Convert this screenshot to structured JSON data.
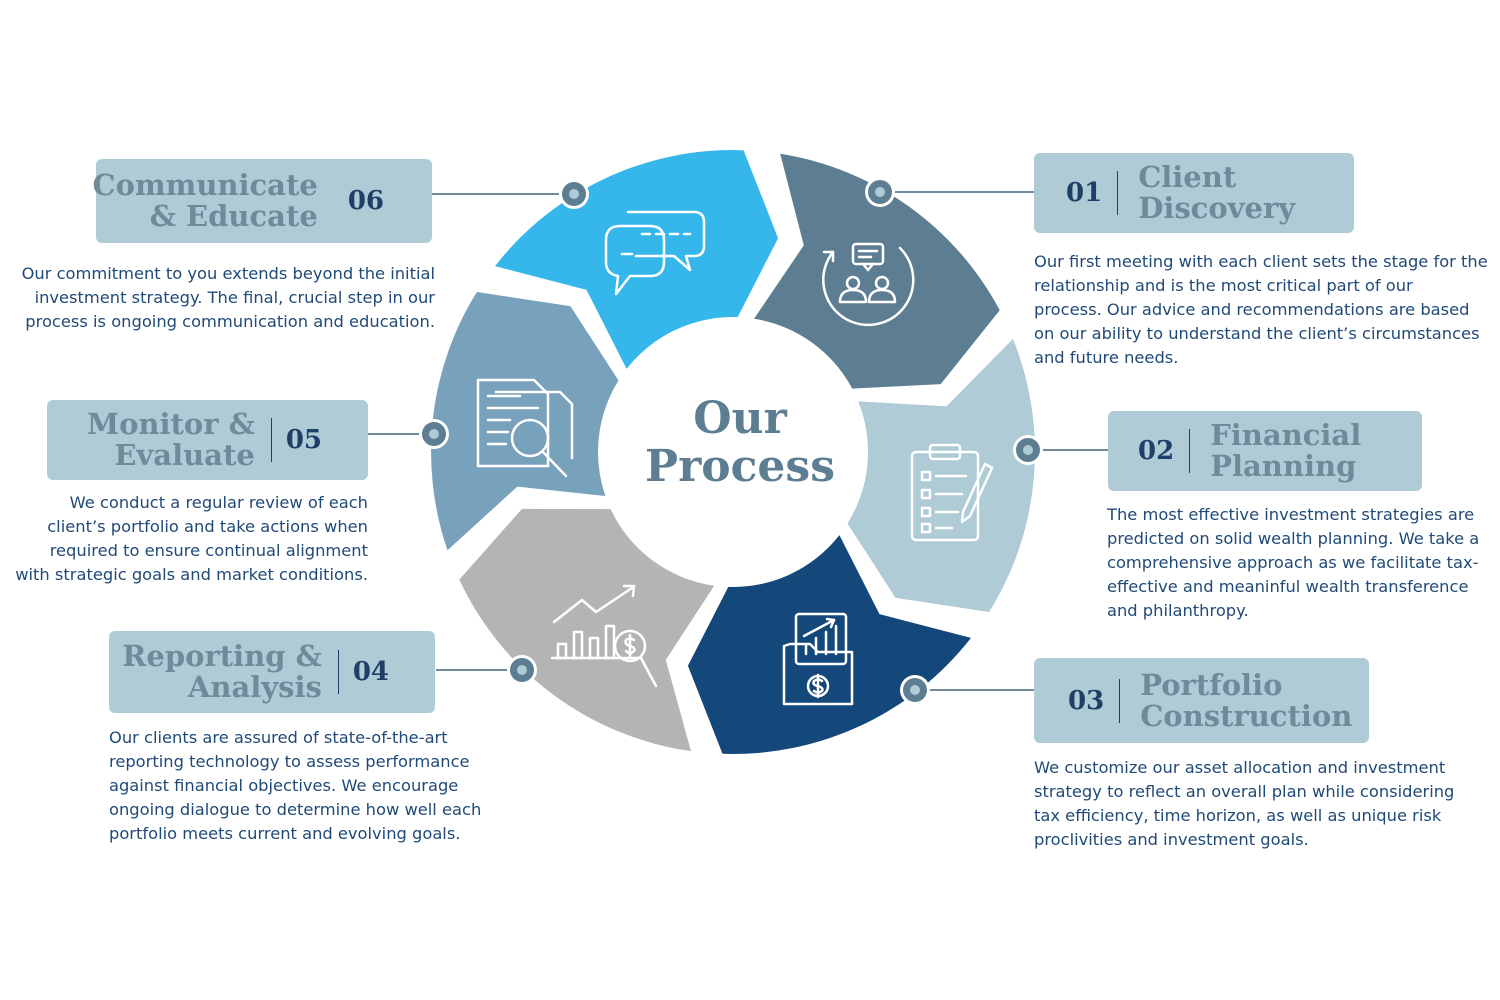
{
  "center": {
    "line1": "Our",
    "line2": "Process"
  },
  "colors": {
    "step01": "#5d7d92",
    "step02": "#aecbd6",
    "step03": "#14477a",
    "step04": "#b4b4b4",
    "step05": "#78a1bb",
    "step06": "#35b7eb",
    "label_bg": "#aecbd6",
    "heading": "#6e8a9b",
    "number": "#1e3f66",
    "body_text": "#204a78"
  },
  "steps": [
    {
      "number": "01",
      "title_lines": [
        "Client",
        "Discovery"
      ],
      "icon": "people-chat-cycle-icon",
      "description_lines": [
        "Our first meeting with each client sets the stage for the",
        "relationship and is the most critical part of our",
        "process. Our advice and recommendations are based",
        "on our ability to understand the client’s circumstances",
        "and future needs."
      ]
    },
    {
      "number": "02",
      "title_lines": [
        "Financial",
        "Planning"
      ],
      "icon": "clipboard-checklist-icon",
      "description_lines": [
        "The most effective investment strategies are",
        "predicted on solid wealth planning. We take a",
        "comprehensive approach as we facilitate tax-",
        "effective and meaninful wealth transference",
        "and philanthropy."
      ]
    },
    {
      "number": "03",
      "title_lines": [
        "Portfolio",
        "Construction"
      ],
      "icon": "folder-chart-dollar-icon",
      "description_lines": [
        "We customize our asset allocation and investment",
        "strategy to reflect an overall plan while considering",
        "tax efficiency, time horizon, as well as unique risk",
        "proclivities and investment goals."
      ]
    },
    {
      "number": "04",
      "title_lines": [
        "Reporting &",
        "Analysis"
      ],
      "icon": "bar-chart-magnifier-icon",
      "description_lines": [
        "Our clients are assured of state-of-the-art",
        "reporting technology to assess performance",
        "against financial objectives. We encourage",
        "ongoing dialogue to determine how well each",
        "portfolio meets current and evolving goals."
      ]
    },
    {
      "number": "05",
      "title_lines": [
        "Monitor &",
        "Evaluate"
      ],
      "icon": "document-magnifier-icon",
      "description_lines": [
        "We conduct a regular review of each",
        "client’s portfolio and take actions when",
        "required to ensure continual alignment",
        "with strategic goals and market conditions."
      ]
    },
    {
      "number": "06",
      "title_lines": [
        "Communicate",
        "& Educate"
      ],
      "icon": "speech-bubbles-icon",
      "description_lines": [
        "Our commitment to you extends beyond the initial",
        "investment strategy. The final, crucial step in our",
        "process is ongoing communication and education."
      ]
    }
  ]
}
